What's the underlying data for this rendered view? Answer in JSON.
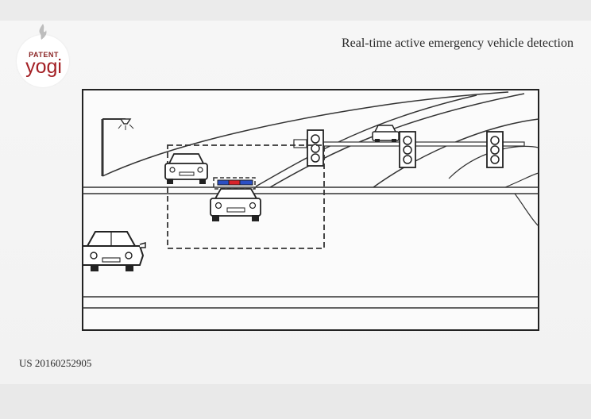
{
  "logo": {
    "top_text": "PATENT",
    "brand_text": "yogi",
    "brand_color": "#a31f24"
  },
  "title": "Real-time active emergency vehicle detection",
  "patent_number": "US 20160252905",
  "figure": {
    "icons": [
      "street-light-icon",
      "traffic-light-icon",
      "car-icon",
      "police-car-icon"
    ],
    "siren_colors": {
      "red": "#d8232a",
      "blue": "#2b4fc4"
    }
  }
}
